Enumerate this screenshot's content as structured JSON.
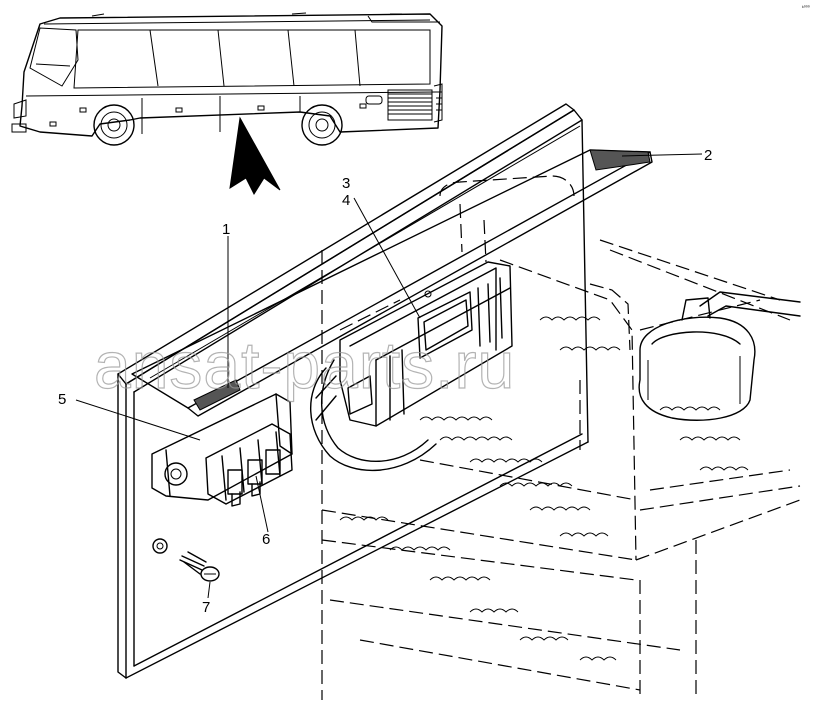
{
  "callouts": [
    {
      "id": "1",
      "text": "1"
    },
    {
      "id": "2",
      "text": "2"
    },
    {
      "id": "3",
      "text": "3"
    },
    {
      "id": "4",
      "text": "4"
    },
    {
      "id": "5",
      "text": "5"
    },
    {
      "id": "6",
      "text": "6"
    },
    {
      "id": "7",
      "text": "7"
    }
  ],
  "watermark": "ansat-parts.ru",
  "corner_code": "ᵏ⁰⁰⁰"
}
